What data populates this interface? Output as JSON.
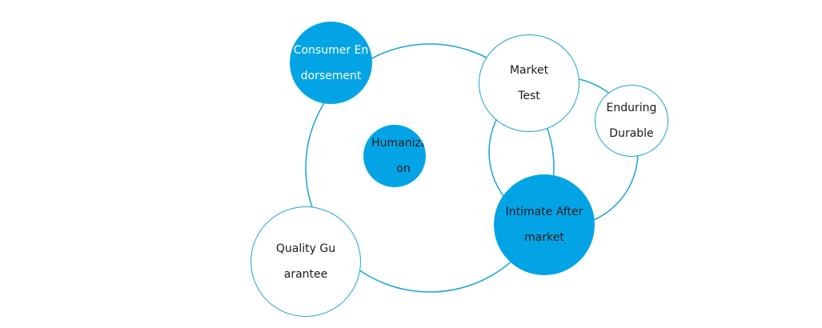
{
  "diagram": {
    "colors": {
      "accent": "#03a4e6",
      "outline": "#1aa3d9",
      "text_dark": "#1a1a1a",
      "text_light": "#ffffff"
    },
    "nodes": {
      "consumer_endorsement": "Consumer Endorsement",
      "market_test": "Market Test",
      "enduring_durable": "Enduring Durable",
      "humanization": "Humanization",
      "intimate_aftermarket": "Intimate Aftermarket",
      "quality_guarantee": "Quality Guarantee"
    }
  }
}
